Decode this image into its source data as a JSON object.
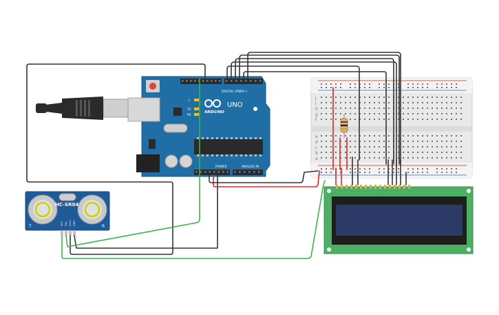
{
  "arduino": {
    "brand": "ARDUINO",
    "model": "UNO",
    "digital_label": "DIGITAL (PWM~)",
    "power_label": "POWER",
    "analog_label": "ANALOG IN",
    "led_l": "L",
    "led_tx": "TX",
    "led_rx": "RX",
    "color_board": "#1f6fa6",
    "color_header": "#2b2b2b"
  },
  "sensor": {
    "label": "HC-SR04",
    "left_mark": "T",
    "right_mark": "R",
    "pins": [
      "VCC",
      "Trig",
      "Echo",
      "GND"
    ],
    "color_board": "#1f5a99"
  },
  "lcd": {
    "color_pcb": "#4caf63",
    "color_screen": "#2b3a67"
  },
  "breadboard": {
    "row_letters_top": [
      "j",
      "i",
      "h",
      "g",
      "f"
    ],
    "row_letters_bottom": [
      "e",
      "d",
      "c",
      "b",
      "a"
    ],
    "color_body": "#e8e8e8"
  },
  "wires": {
    "color_black": "#333333",
    "color_red": "#d62828",
    "color_green": "#3bb34a",
    "color_usb": "#2b2b2b"
  }
}
